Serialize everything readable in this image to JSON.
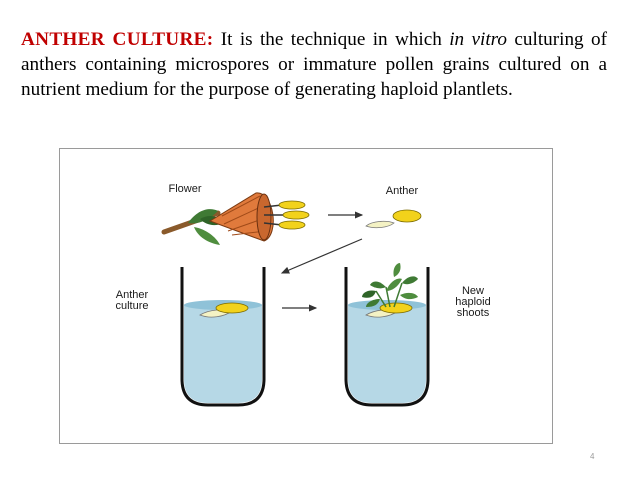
{
  "paragraph": {
    "heading": "ANTHER CULTURE:",
    "text_before": " It is the technique in which ",
    "italic": "in vitro",
    "text_after": " culturing of anthers containing microspores or immature pollen grains cultured on a nutrient medium for the purpose of generating haploid plantlets."
  },
  "figure": {
    "label_flower": "Flower",
    "label_anther": "Anther",
    "label_anther_culture_line1": "Anther",
    "label_anther_culture_line2": "culture",
    "label_new_line1": "New",
    "label_new_line2": "haploid",
    "label_new_line3": "shoots",
    "colors": {
      "flower_body": "#e07a3c",
      "anther_yellow": "#f2d21b",
      "medium_blue": "#b6d8e6",
      "leaf_green": "#3f7a34",
      "tube_outline": "#111111"
    }
  },
  "page_number": "4"
}
